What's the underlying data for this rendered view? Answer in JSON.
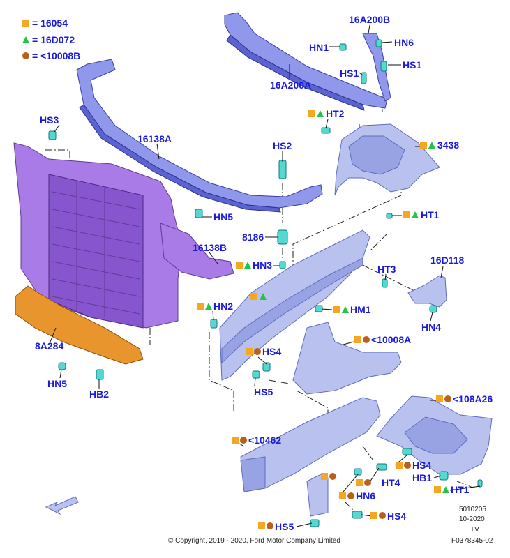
{
  "legend": [
    {
      "symbol": "square",
      "color": "#f5a623",
      "text": "= 16054"
    },
    {
      "symbol": "triangle",
      "color": "#27c24c",
      "text": "= 16D072"
    },
    {
      "symbol": "circle",
      "color": "#b9601a",
      "text": "= <10008B"
    }
  ],
  "labels": {
    "16A200B": "16A200B",
    "HN1_top": "HN1",
    "HN6_top": "HN6",
    "HS1_a": "HS1",
    "HS1_b": "HS1",
    "16A200A": "16A200A",
    "HT2": "HT2",
    "3438": "3438",
    "HS3": "HS3",
    "16138A": "16138A",
    "HS2": "HS2",
    "HN5_top": "HN5",
    "8186": "8186",
    "HT1_top": "HT1",
    "16138B": "16138B",
    "HN3": "HN3",
    "HT3": "HT3",
    "16D118": "16D118",
    "HN2": "HN2",
    "HM1": "HM1",
    "HN4": "HN4",
    "8A284": "8A284",
    "HS4_mid": "HS4",
    "10008A": "<10008A",
    "HN5_bot": "HN5",
    "HB2": "HB2",
    "HS5_mid": "HS5",
    "108A26": "<108A26",
    "10462": "<10462",
    "HS4_r": "HS4",
    "HT4": "HT4",
    "HB1": "HB1",
    "HT1_bot": "HT1",
    "HN6_bot": "HN6",
    "HS5_bot": "HS5",
    "HS4_bot": "HS4"
  },
  "footer": {
    "copyright": "© Copyright, 2019 - 2020, Ford Motor Company Limited",
    "code1": "5010205",
    "code2": "10-2020",
    "code3": "TV",
    "code4": "F0378345-02"
  },
  "colors": {
    "label_blue": "#1a1adc",
    "orange_square": "#f5a623",
    "green_triangle": "#27c24c",
    "brown_circle": "#b9601a"
  }
}
